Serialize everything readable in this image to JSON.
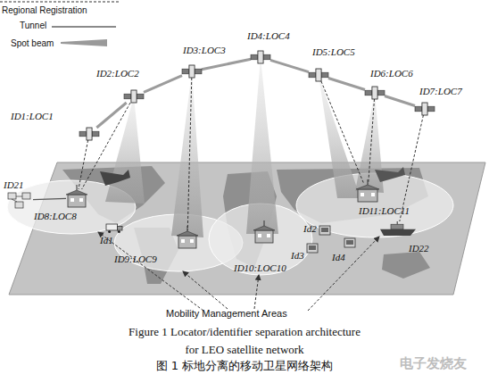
{
  "diagram": {
    "caption": "Figure 1 Locator/identifier separation architecture for LEO satellite network",
    "nodes": [
      {
        "text": [
          "ID1:LOC1"
        ]
      },
      {
        "text": [
          "ID2:LOC2"
        ]
      },
      {
        "text": [
          "ID3:LOC3"
        ]
      },
      {
        "text": [
          "ID4:LOC4"
        ]
      },
      {
        "text": [
          "ID5:LOC5"
        ]
      },
      {
        "text": [
          "ID6:LOC6"
        ]
      },
      {
        "text": [
          "ID7:LOC7"
        ]
      },
      {
        "text": [
          "ID21"
        ]
      },
      {
        "text": [
          "ID8:LOC8"
        ]
      },
      {
        "text": [
          "Id1"
        ]
      },
      {
        "text": [
          "ID9:LOC9"
        ]
      },
      {
        "text": [
          "ID10:LOC10"
        ]
      },
      {
        "text": [
          "Id2"
        ]
      },
      {
        "text": [
          "Id3"
        ]
      },
      {
        "text": [
          "Id4"
        ]
      },
      {
        "text": [
          "ID11:LOC11"
        ]
      },
      {
        "text": [
          "ID22"
        ]
      }
    ],
    "edges": [
      {
        "from": 0,
        "to": 1,
        "arrow": "none"
      },
      {
        "from": 1,
        "to": 2,
        "arrow": "none"
      },
      {
        "from": 2,
        "to": 3,
        "arrow": "none"
      },
      {
        "from": 3,
        "to": 4,
        "arrow": "none"
      },
      {
        "from": 4,
        "to": 5,
        "arrow": "none"
      },
      {
        "from": 5,
        "to": 6,
        "arrow": "none"
      },
      {
        "from": 0,
        "to": 8,
        "arrow": "none"
      },
      {
        "from": 1,
        "to": 8,
        "arrow": "none"
      },
      {
        "from": 2,
        "to": 10,
        "arrow": "none"
      },
      {
        "from": 4,
        "to": 15,
        "arrow": "none"
      },
      {
        "from": 5,
        "to": 15,
        "arrow": "none"
      },
      {
        "from": 6,
        "to": 16,
        "arrow": "none"
      },
      {
        "from": 7,
        "to": 8,
        "arrow": "none"
      }
    ],
    "labels": [
      "Mobility Management Areas",
      "图 1 标地分离的移动卫星网络架构",
      "电子发烧友"
    ],
    "legend": [
      {
        "text": "Regional Registration"
      },
      {
        "text": "Tunnel"
      },
      {
        "text": "Spot beam"
      }
    ]
  }
}
